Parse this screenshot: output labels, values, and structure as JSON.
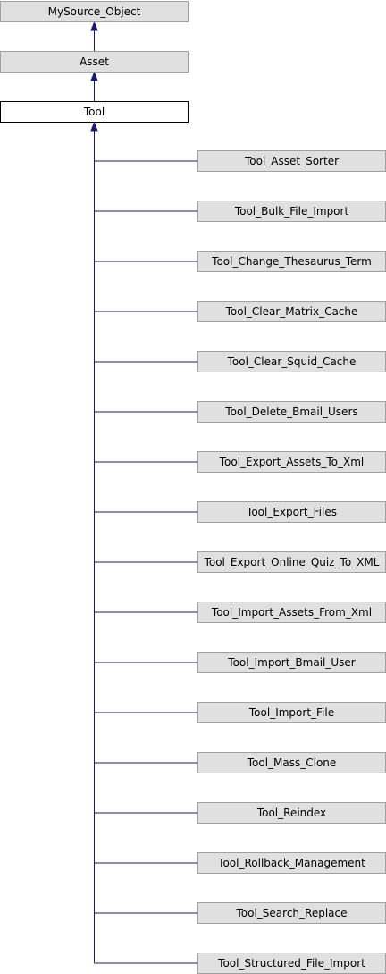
{
  "diagram": {
    "type": "inheritance-graph",
    "ancestors": [
      "MySource_Object",
      "Asset"
    ],
    "current": "Tool",
    "children": [
      "Tool_Asset_Sorter",
      "Tool_Bulk_File_Import",
      "Tool_Change_Thesaurus_Term",
      "Tool_Clear_Matrix_Cache",
      "Tool_Clear_Squid_Cache",
      "Tool_Delete_Bmail_Users",
      "Tool_Export_Assets_To_Xml",
      "Tool_Export_Files",
      "Tool_Export_Online_Quiz_To_XML",
      "Tool_Import_Assets_From_Xml",
      "Tool_Import_Bmail_User",
      "Tool_Import_File",
      "Tool_Mass_Clone",
      "Tool_Reindex",
      "Tool_Rollback_Management",
      "Tool_Search_Replace",
      "Tool_Structured_File_Import"
    ],
    "colors": {
      "node_fill": "#e0e0e0",
      "node_border": "#a0a0a0",
      "current_fill": "#ffffff",
      "current_border": "#000000",
      "edge": "#191970"
    }
  }
}
